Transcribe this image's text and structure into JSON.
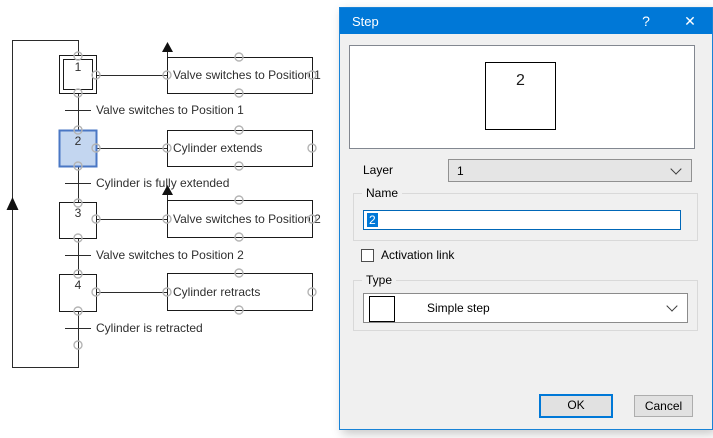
{
  "diagram": {
    "steps": [
      {
        "number": "1",
        "kind": "initial-step"
      },
      {
        "number": "2",
        "kind": "selected-step"
      },
      {
        "number": "3",
        "kind": "simple-step"
      },
      {
        "number": "4",
        "kind": "simple-step"
      }
    ],
    "transitions": [
      {
        "label": "Valve switches to Position 1"
      },
      {
        "label": "Cylinder is fully extended"
      },
      {
        "label": "Valve switches to Position 2"
      },
      {
        "label": "Cylinder is retracted"
      }
    ],
    "actions": [
      {
        "label": "Valve switches to Position 1"
      },
      {
        "label": "Cylinder extends"
      },
      {
        "label": "Valve switches to Position 2"
      },
      {
        "label": "Cylinder retracts"
      }
    ],
    "colors": {
      "line": "#2b2b2b",
      "connection_point": "#b4b4b4",
      "selected_step_fill": "#c3d6f0",
      "selected_step_border": "#4a77c4"
    }
  },
  "dialog": {
    "title": "Step",
    "help_icon": "?",
    "close_icon": "✕",
    "preview": {
      "step_number": "2"
    },
    "layer": {
      "label": "Layer",
      "value": "1"
    },
    "name": {
      "group_label": "Name",
      "value": "2"
    },
    "activation_link": {
      "label": "Activation link",
      "checked": false
    },
    "type": {
      "group_label": "Type",
      "value": "Simple step"
    },
    "buttons": {
      "ok": "OK",
      "cancel": "Cancel"
    },
    "colors": {
      "titlebar": "#0078d7",
      "accent": "#0078d7",
      "selection": "#0078d7"
    }
  }
}
